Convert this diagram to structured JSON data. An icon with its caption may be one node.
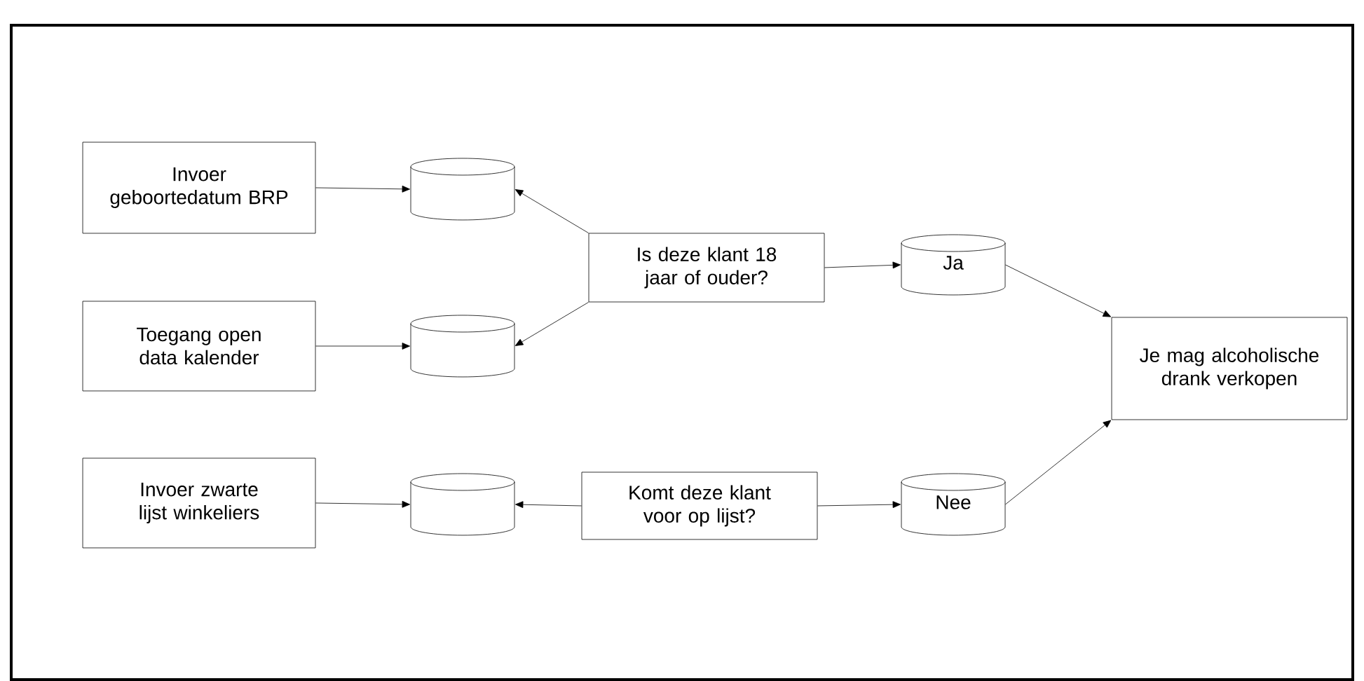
{
  "diagram": {
    "nodes": [
      {
        "text": [
          "Invoer geboortedatum BRP"
        ]
      },
      {
        "text": [],
        "shape": "cylinder"
      },
      {
        "text": [
          "Toegang open data kalender"
        ]
      },
      {
        "text": [],
        "shape": "cylinder"
      },
      {
        "text": [
          "Is deze klant  18 jaar of ouder?"
        ]
      },
      {
        "text": [
          "Ja"
        ]
      },
      {
        "text": [
          "Je mag alcoholische drank verkopen"
        ]
      },
      {
        "text": [
          "Invoer zwarte lijst winkeliers"
        ]
      },
      {
        "text": [],
        "shape": "cylinder"
      },
      {
        "text": [
          "Komt deze klant voor op lijst?"
        ]
      },
      {
        "text": [
          "Nee"
        ]
      }
    ],
    "edges": [
      {
        "from": 0,
        "to": 1,
        "arrow": "to"
      },
      {
        "from": 4,
        "to": 1,
        "arrow": "to"
      },
      {
        "from": 2,
        "to": 3,
        "arrow": "to"
      },
      {
        "from": 4,
        "to": 3,
        "arrow": "to"
      },
      {
        "from": 4,
        "to": 5,
        "arrow": "to"
      },
      {
        "from": 5,
        "to": 6,
        "arrow": "to"
      },
      {
        "from": 7,
        "to": 8,
        "arrow": "to"
      },
      {
        "from": 9,
        "to": 8,
        "arrow": "to"
      },
      {
        "from": 9,
        "to": 10,
        "arrow": "to"
      },
      {
        "from": 10,
        "to": 6,
        "arrow": "to"
      }
    ]
  }
}
